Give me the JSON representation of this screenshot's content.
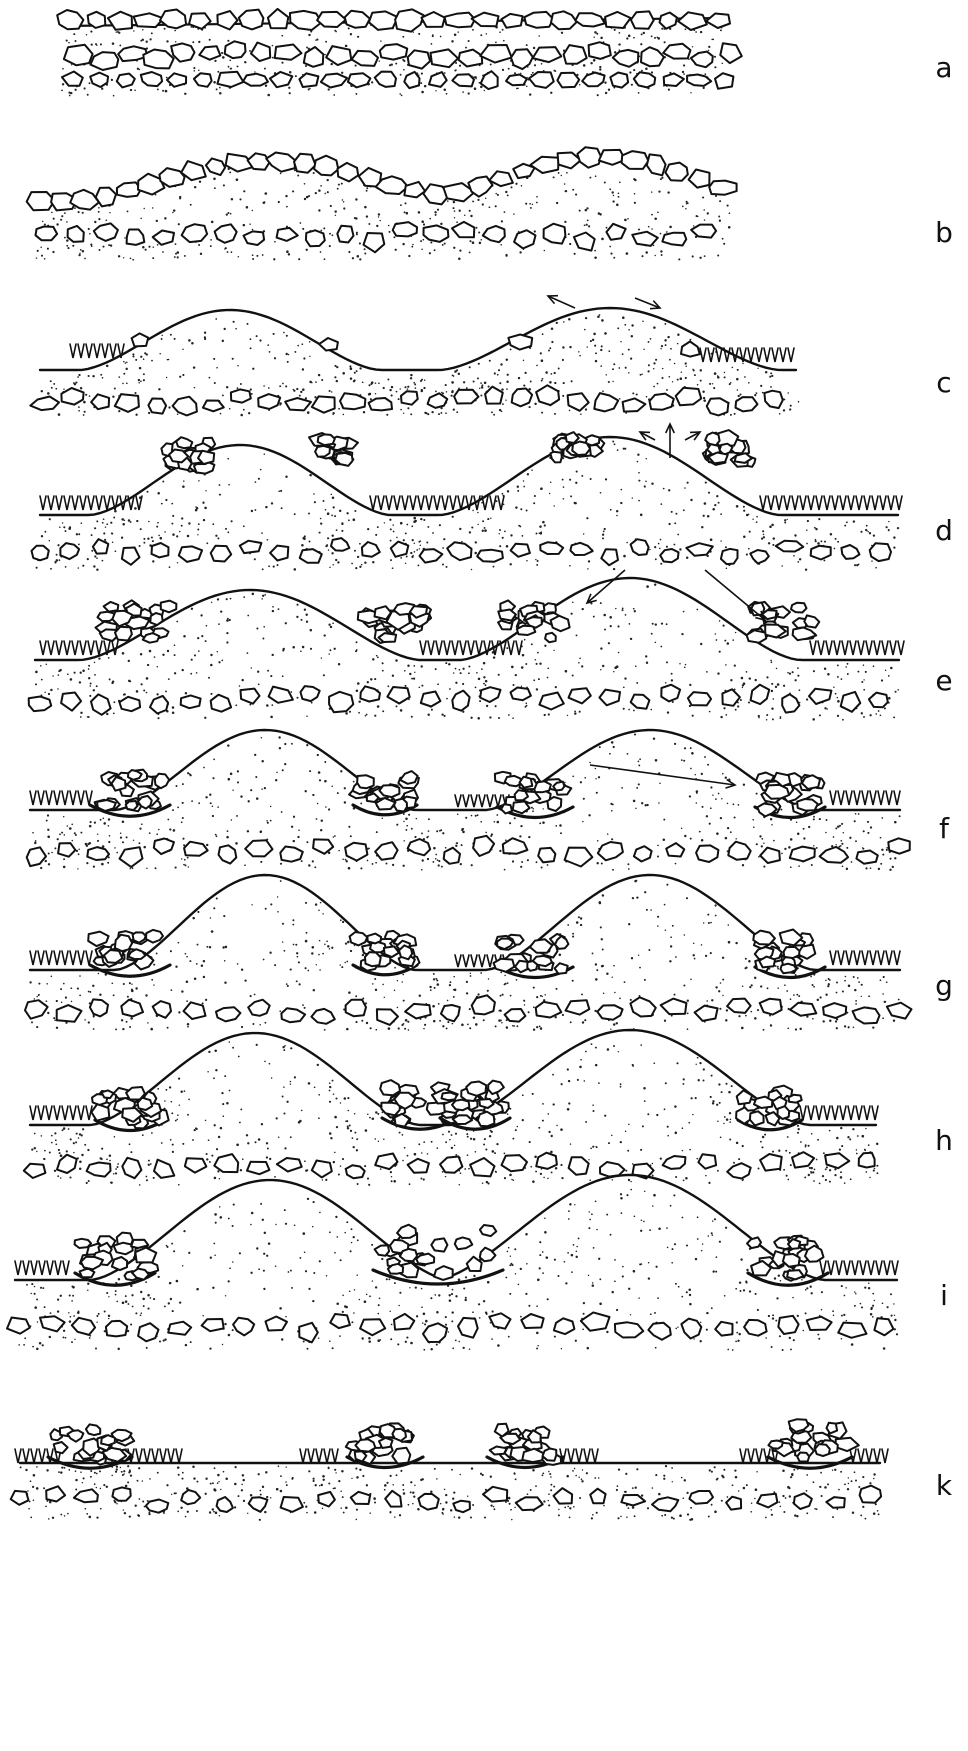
{
  "figure": {
    "panels": [
      {
        "id": "a",
        "label": "a",
        "stage": "flat"
      },
      {
        "id": "b",
        "label": "b",
        "stage": "undulating"
      },
      {
        "id": "c",
        "label": "c",
        "stage": "mounds-with-arrows"
      },
      {
        "id": "d",
        "label": "d",
        "stage": "mounds-stone-clusters"
      },
      {
        "id": "e",
        "label": "e",
        "stage": "mounds-stone-piles"
      },
      {
        "id": "f",
        "label": "f",
        "stage": "pits-forming"
      },
      {
        "id": "g",
        "label": "g",
        "stage": "pits-deepening"
      },
      {
        "id": "h",
        "label": "h",
        "stage": "pits-merged"
      },
      {
        "id": "i",
        "label": "i",
        "stage": "large-pits"
      },
      {
        "id": "k",
        "label": "k",
        "stage": "flattened"
      }
    ],
    "colors": {
      "ink": "#111111",
      "background": "#ffffff"
    }
  }
}
